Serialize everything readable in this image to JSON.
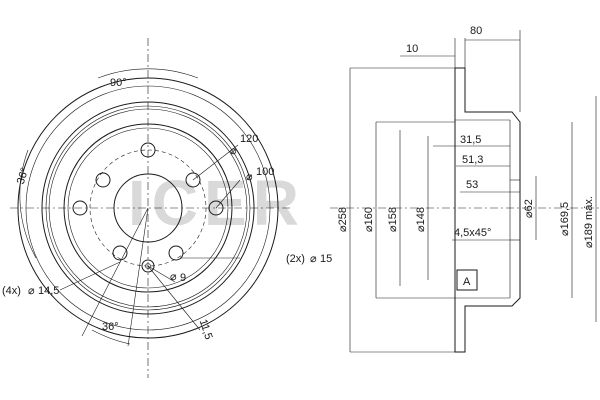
{
  "watermark": "ICER",
  "front_view": {
    "angle_top": "90°",
    "angle_left": "36°",
    "angle_bottom": "36°",
    "dia_120": "120",
    "dia_100": "100",
    "dia_9": "9",
    "dia_15": "15",
    "count_15": "(2x)",
    "dia_14_5": "14,5",
    "count_14_5": "(4x)",
    "dim_11_5": "11,5",
    "diameter_symbol": "⌀"
  },
  "side_view": {
    "thickness": "10",
    "height": "80",
    "dia_258": "258",
    "dia_160": "160",
    "dia_158": "158",
    "dia_148": "148",
    "depth_31_5": "31,5",
    "depth_51_3": "51,3",
    "depth_53": "53",
    "dia_62": "62",
    "chamfer": "4,5x45°",
    "dia_169_5": "169,5",
    "dia_189": "189 máx.",
    "datum": "A",
    "diameter_symbol": "⌀"
  }
}
